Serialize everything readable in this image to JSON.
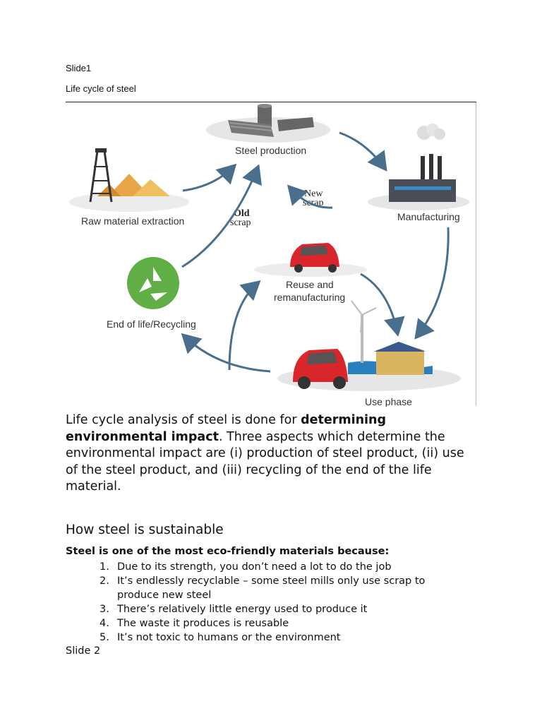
{
  "header": {
    "slide_label": "Slide1",
    "title": "Life cycle of steel"
  },
  "diagram": {
    "steel_production": "Steel production",
    "raw_material": "Raw material extraction",
    "manufacturing": "Manufacturing",
    "new_scrap_1": "New",
    "new_scrap_2": "scrap",
    "old_scrap_1": "Old",
    "old_scrap_2": "scrap",
    "reuse_1": "Reuse and",
    "reuse_2": "remanufacturing",
    "end_of_life": "End of life/Recycling",
    "use_phase": "Use phase"
  },
  "paragraph": {
    "part1": "Life cycle analysis of steel is done for ",
    "bold": "determining environmental impact",
    "part2": ". Three aspects which determine the environmental impact are (i) production of steel product, (ii) use of the steel product, and (iii) recycling of the end of the life material."
  },
  "section": {
    "heading": "How steel is sustainable",
    "lead": "Steel is one of the most eco-friendly materials because:",
    "items": [
      {
        "num": "1.",
        "text": "Due to its strength, you don’t need a lot to do the job"
      },
      {
        "num": "2.",
        "text": "It’s endlessly recyclable – some steel mills only use scrap to produce new steel"
      },
      {
        "num": "3.",
        "text": "There’s relatively little energy used to produce it"
      },
      {
        "num": "4.",
        "text": "The waste it produces is reusable"
      },
      {
        "num": "5.",
        "text": "It’s not toxic to humans or the environment"
      }
    ]
  },
  "footer": {
    "slide_label": "Slide 2"
  },
  "colors": {
    "arrow": "#4a6f8e",
    "recycle_green": "#5fae46",
    "car_red": "#d9262b",
    "sand": "#e8a646"
  }
}
